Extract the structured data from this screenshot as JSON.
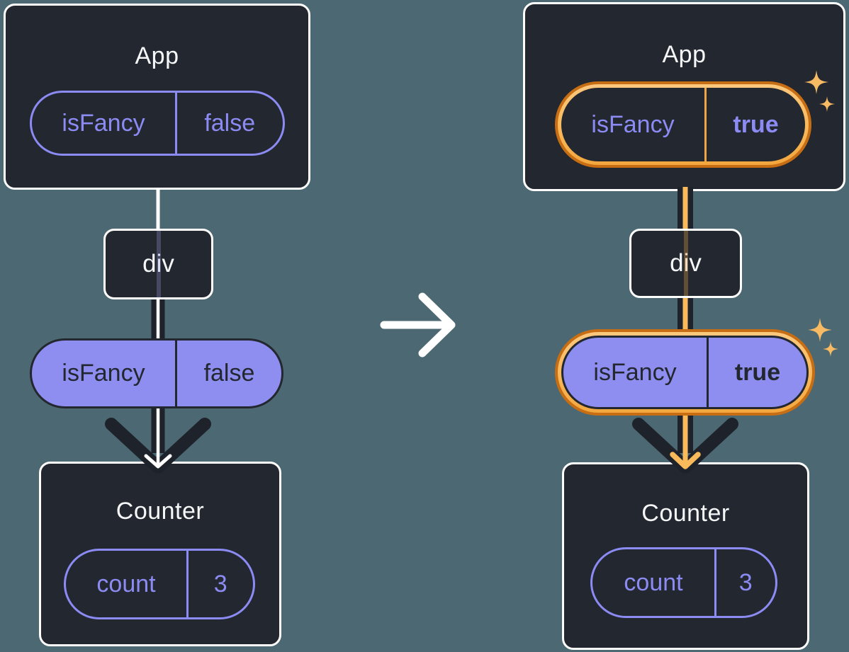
{
  "diagram": {
    "background_color": "#4C6872",
    "card_color": "#23272F",
    "card_border_color": "#FFFFFF",
    "purple_outline": "#8B8BF3",
    "purple_fill": "#8E8EF0",
    "ink_dark": "#1E222A",
    "highlight_band": "#FABD62",
    "highlight_edge": "#C76E15",
    "before": {
      "app": {
        "title": "App",
        "prop_name": "isFancy",
        "prop_value": "false"
      },
      "container": {
        "label": "div"
      },
      "passed_prop": {
        "name": "isFancy",
        "value": "false"
      },
      "counter": {
        "title": "Counter",
        "state_name": "count",
        "state_value": "3"
      }
    },
    "after": {
      "app": {
        "title": "App",
        "prop_name": "isFancy",
        "prop_value": "true"
      },
      "container": {
        "label": "div"
      },
      "passed_prop": {
        "name": "isFancy",
        "value": "true"
      },
      "counter": {
        "title": "Counter",
        "state_name": "count",
        "state_value": "3"
      }
    }
  }
}
